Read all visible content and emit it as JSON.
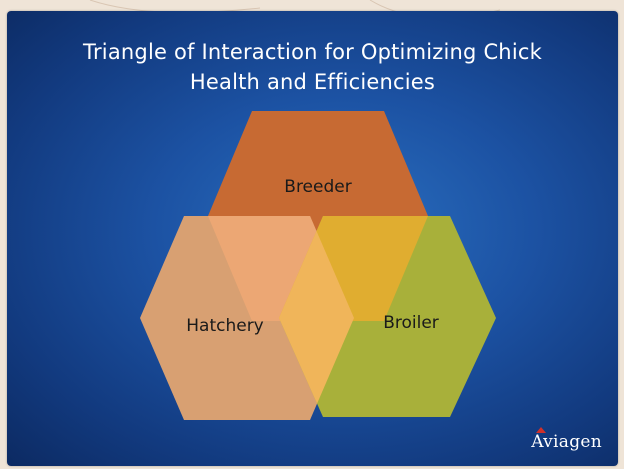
{
  "slide": {
    "title_line1": "Triangle of Interaction for Optimizing Chick",
    "title_line2": "Health and Efficiencies"
  },
  "diagram": {
    "nodes": [
      {
        "id": "breeder",
        "label": "Breeder",
        "color": "#c76a33"
      },
      {
        "id": "hatchery",
        "label": "Hatchery",
        "color": "#d8a072"
      },
      {
        "id": "broiler",
        "label": "Broiler",
        "color": "#a8b03a"
      }
    ],
    "overlap_colors": {
      "breeder_broiler": "#e0ad30",
      "breeder_hatchery": "#eca774",
      "hatchery_broiler": "#f0b55a"
    }
  },
  "logo": {
    "text": "Aviagen",
    "icon": "aviagen-logo-icon",
    "mark_color": "#d0302a"
  }
}
